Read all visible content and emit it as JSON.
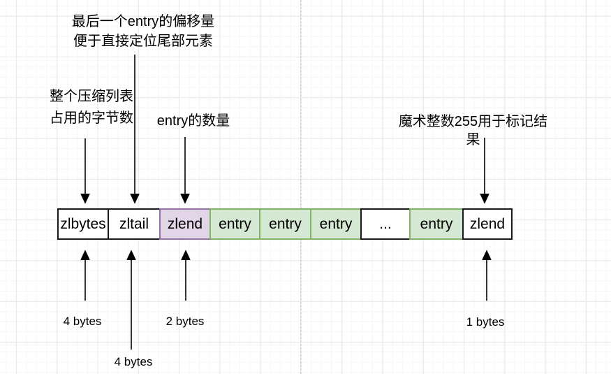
{
  "diagram": {
    "title_meaning": "ziplist structure",
    "boxes": [
      {
        "label": "zlbytes",
        "style": "white"
      },
      {
        "label": "zltail",
        "style": "white"
      },
      {
        "label": "zlend",
        "style": "purple"
      },
      {
        "label": "entry",
        "style": "green"
      },
      {
        "label": "entry",
        "style": "green"
      },
      {
        "label": "entry",
        "style": "green"
      },
      {
        "label": "...",
        "style": "white"
      },
      {
        "label": "entry",
        "style": "green"
      },
      {
        "label": "zlend",
        "style": "white"
      }
    ],
    "annotations": {
      "zltail_line1": "最后一个entry的偏移量",
      "zltail_line2": "便于直接定位尾部元素",
      "zlbytes_line1": "整个压缩列表",
      "zlbytes_line2": "占用的字节数",
      "entry_count": "entry的数量",
      "magic_end": "魔术整数255用于标记结果"
    },
    "byte_sizes": {
      "zlbytes": "4 bytes",
      "zltail": "4 bytes",
      "zllen": "2 bytes",
      "zlend": "1 bytes"
    },
    "colors": {
      "purple_fill": "#e1d5e7",
      "purple_border": "#9673a6",
      "green_fill": "#d5e8d4",
      "green_border": "#82b366",
      "box_border": "#1a1a1a",
      "grid_major": "#e7e7e7",
      "grid_minor": "#f6f6f6"
    }
  }
}
